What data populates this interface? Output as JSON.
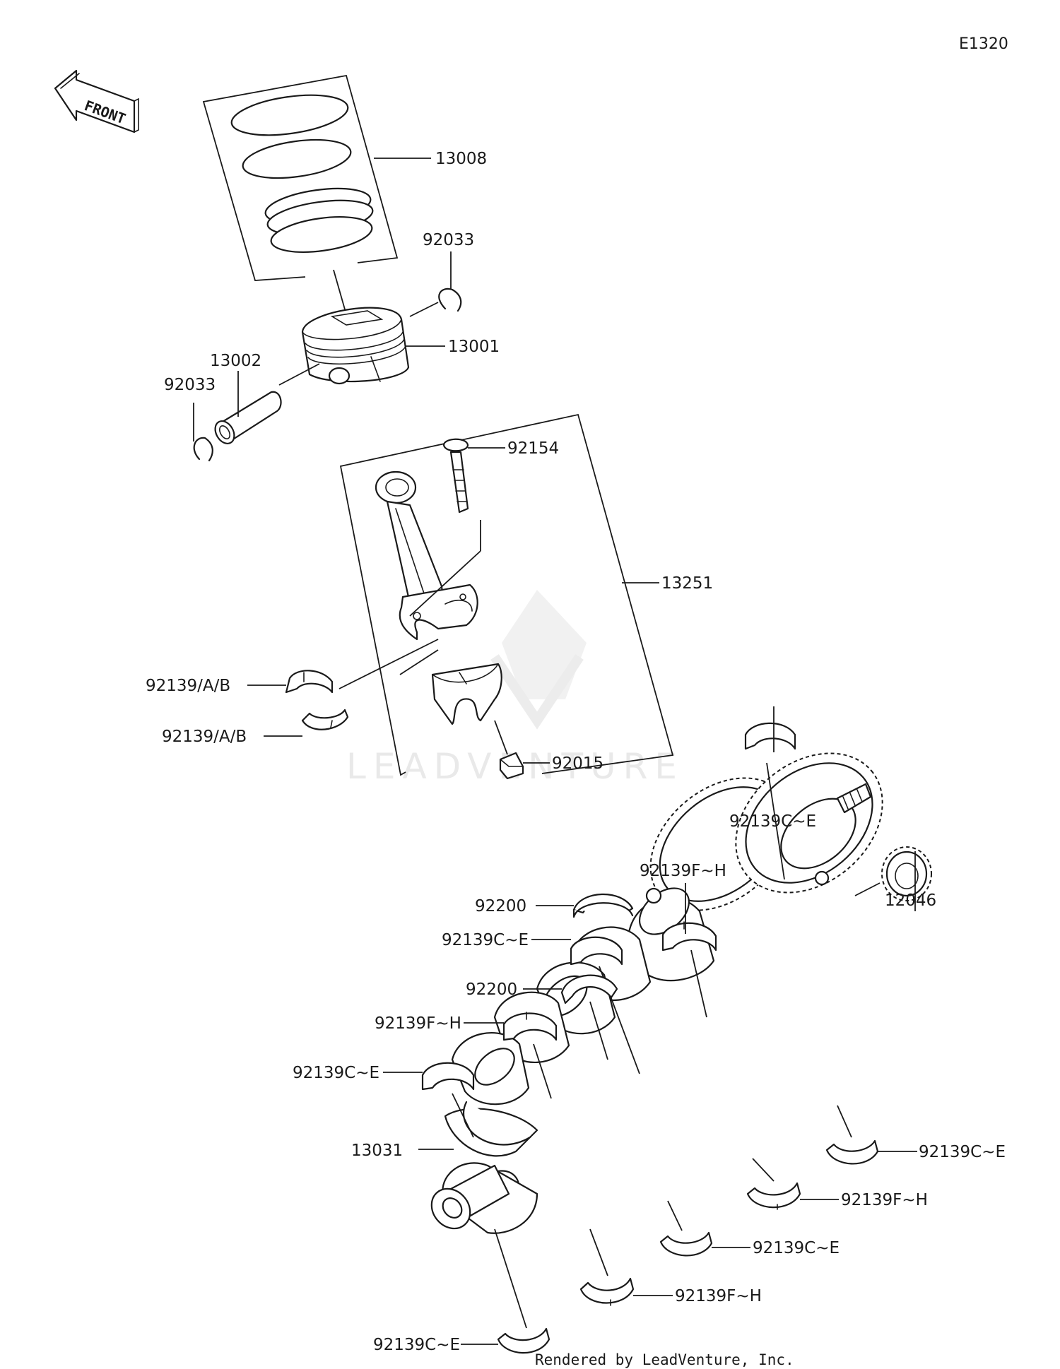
{
  "diagram_code": "E1320",
  "front_label": "FRONT",
  "watermark": "LEADVENTURE",
  "credit": "Rendered by LeadVenture, Inc.",
  "labels": {
    "p13008": "13008",
    "p92033_right": "92033",
    "p13001": "13001",
    "p13002": "13002",
    "p92033_left": "92033",
    "p92154": "92154",
    "p13251": "13251",
    "p92139ab_1": "92139/A/B",
    "p92139ab_2": "92139/A/B",
    "p92015": "92015",
    "p92139ce_top": "92139C~E",
    "p92139fh_top": "92139F~H",
    "p12046": "12046",
    "p92200_1": "92200",
    "p92139ce_2": "92139C~E",
    "p92200_2": "92200",
    "p92139fh_left": "92139F~H",
    "p92139ce_left": "92139C~E",
    "p13031": "13031",
    "p92139ce_r1": "92139C~E",
    "p92139fh_r1": "92139F~H",
    "p92139ce_r2": "92139C~E",
    "p92139fh_r2": "92139F~H",
    "p92139ce_bottom": "92139C~E"
  }
}
